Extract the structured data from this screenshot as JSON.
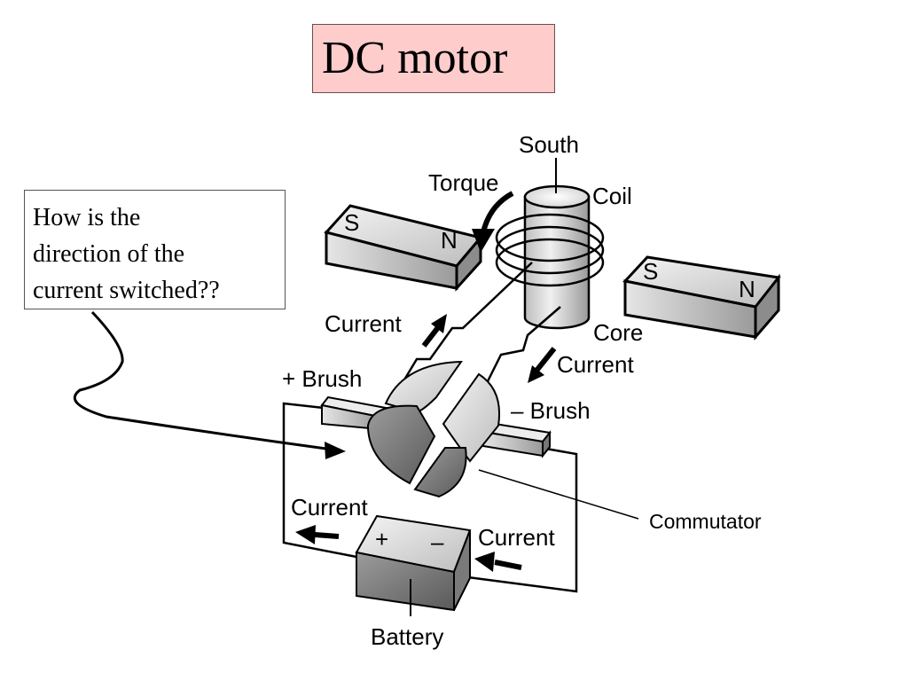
{
  "title": "DC motor",
  "question": {
    "lines": [
      "How is the",
      "direction of the",
      "current switched??"
    ]
  },
  "labels": {
    "south": "South",
    "torque": "Torque",
    "coil": "Coil",
    "core": "Core",
    "current_1": "Current",
    "current_2": "Current",
    "current_3": "Current",
    "current_4": "Current",
    "plus_brush": "+ Brush",
    "minus_brush": "– Brush",
    "commutator": "Commutator",
    "battery": "Battery",
    "battery_plus": "+",
    "battery_minus": "–"
  },
  "magnets": {
    "left": {
      "s": "S",
      "n": "N"
    },
    "right": {
      "s": "S",
      "n": "N"
    }
  },
  "colors": {
    "title_bg": "#ffcccc",
    "outline": "#000000"
  }
}
